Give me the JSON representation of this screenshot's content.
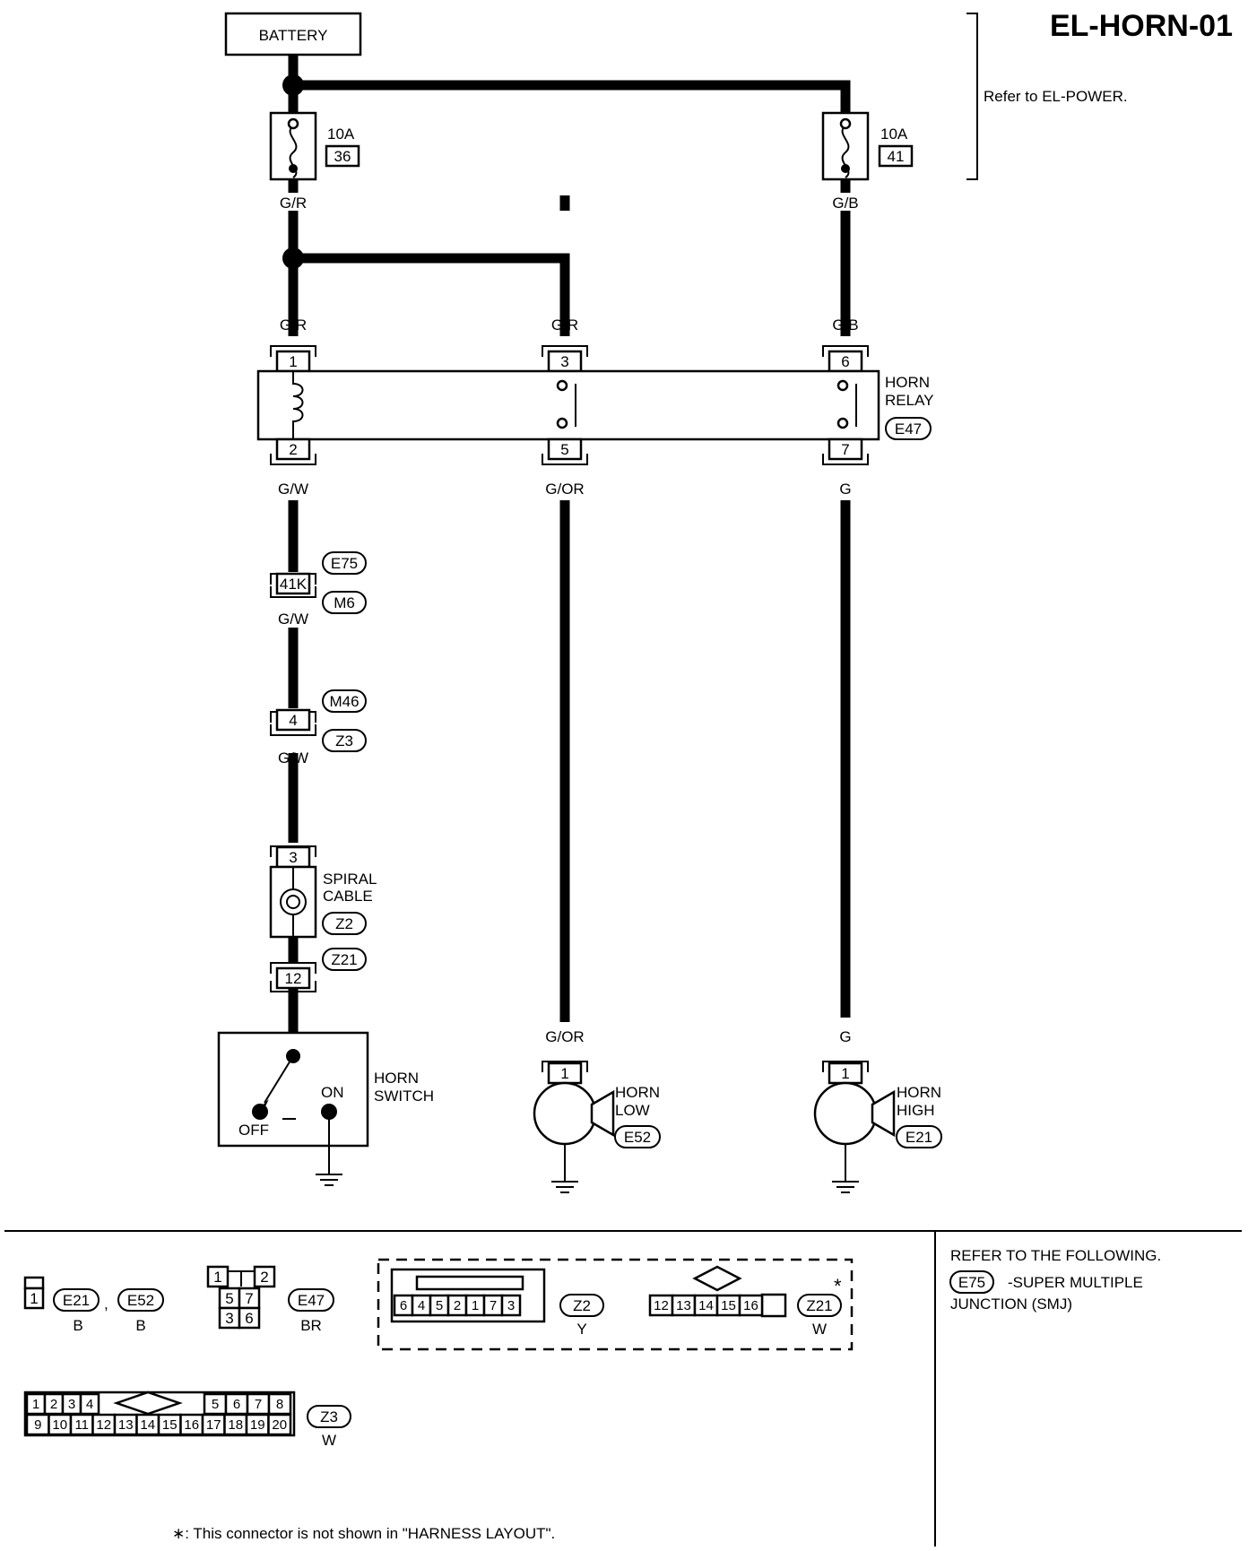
{
  "title": "EL-HORN-01",
  "refer_power": "Refer to EL-POWER.",
  "battery": "BATTERY",
  "fuses": [
    {
      "amp": "10A",
      "num": "36"
    },
    {
      "amp": "10A",
      "num": "41"
    }
  ],
  "wires": {
    "gr_top": "G/R",
    "gb_top": "G/B",
    "gr_left": "G/R",
    "gr_mid": "G/R",
    "gb_right": "G/B",
    "gw_relay": "G/W",
    "gor_relay": "G/OR",
    "g_relay": "G",
    "gw_e75": "G/W",
    "gw_m46": "G/W",
    "gor_horn": "G/OR",
    "g_horn": "G"
  },
  "relay": {
    "line1": "HORN",
    "line2": "RELAY",
    "connector": "E47",
    "pins_top": [
      "1",
      "3",
      "6"
    ],
    "pins_bottom": [
      "2",
      "5",
      "7"
    ]
  },
  "connectors": {
    "e75": "E75",
    "m6": "M6",
    "pin_41k": "41K",
    "m46": "M46",
    "z3": "Z3",
    "pin_4": "4",
    "z2": "Z2",
    "z21": "Z21",
    "pin_3": "3",
    "pin_12": "12"
  },
  "spiral": {
    "line1": "SPIRAL",
    "line2": "CABLE"
  },
  "horn_switch": {
    "line1": "HORN",
    "line2": "SWITCH",
    "on": "ON",
    "off": "OFF"
  },
  "horn_low": {
    "line1": "HORN",
    "line2": "LOW",
    "connector": "E52",
    "pin": "1"
  },
  "horn_high": {
    "line1": "HORN",
    "line2": "HIGH",
    "connector": "E21",
    "pin": "1"
  },
  "bottom": {
    "conn1_pin": "1",
    "e21": "E21",
    "e21_color": "B",
    "comma": ",",
    "e52": "E52",
    "e52_color": "B",
    "e47_pins": [
      "1",
      "2",
      "5",
      "7",
      "3",
      "6"
    ],
    "e47": "E47",
    "e47_color": "BR",
    "z2_pins": [
      "6",
      "4",
      "5",
      "2",
      "1",
      "7",
      "3"
    ],
    "z2": "Z2",
    "z2_color": "Y",
    "z21_pins": [
      "12",
      "13",
      "14",
      "15",
      "16"
    ],
    "z21": "Z21",
    "z21_color": "W",
    "asterisk": "*",
    "z3_top": [
      "1",
      "2",
      "3",
      "4",
      "5",
      "6",
      "7",
      "8"
    ],
    "z3_bottom": [
      "9",
      "10",
      "11",
      "12",
      "13",
      "14",
      "15",
      "16",
      "17",
      "18",
      "19",
      "20"
    ],
    "z3": "Z3",
    "z3_color": "W",
    "refer_heading": "REFER TO THE FOLLOWING.",
    "refer_e75": "E75",
    "refer_desc1": "-SUPER MULTIPLE",
    "refer_desc2": "JUNCTION (SMJ)",
    "footnote": "∗: This connector is not shown in \"HARNESS LAYOUT\"."
  }
}
